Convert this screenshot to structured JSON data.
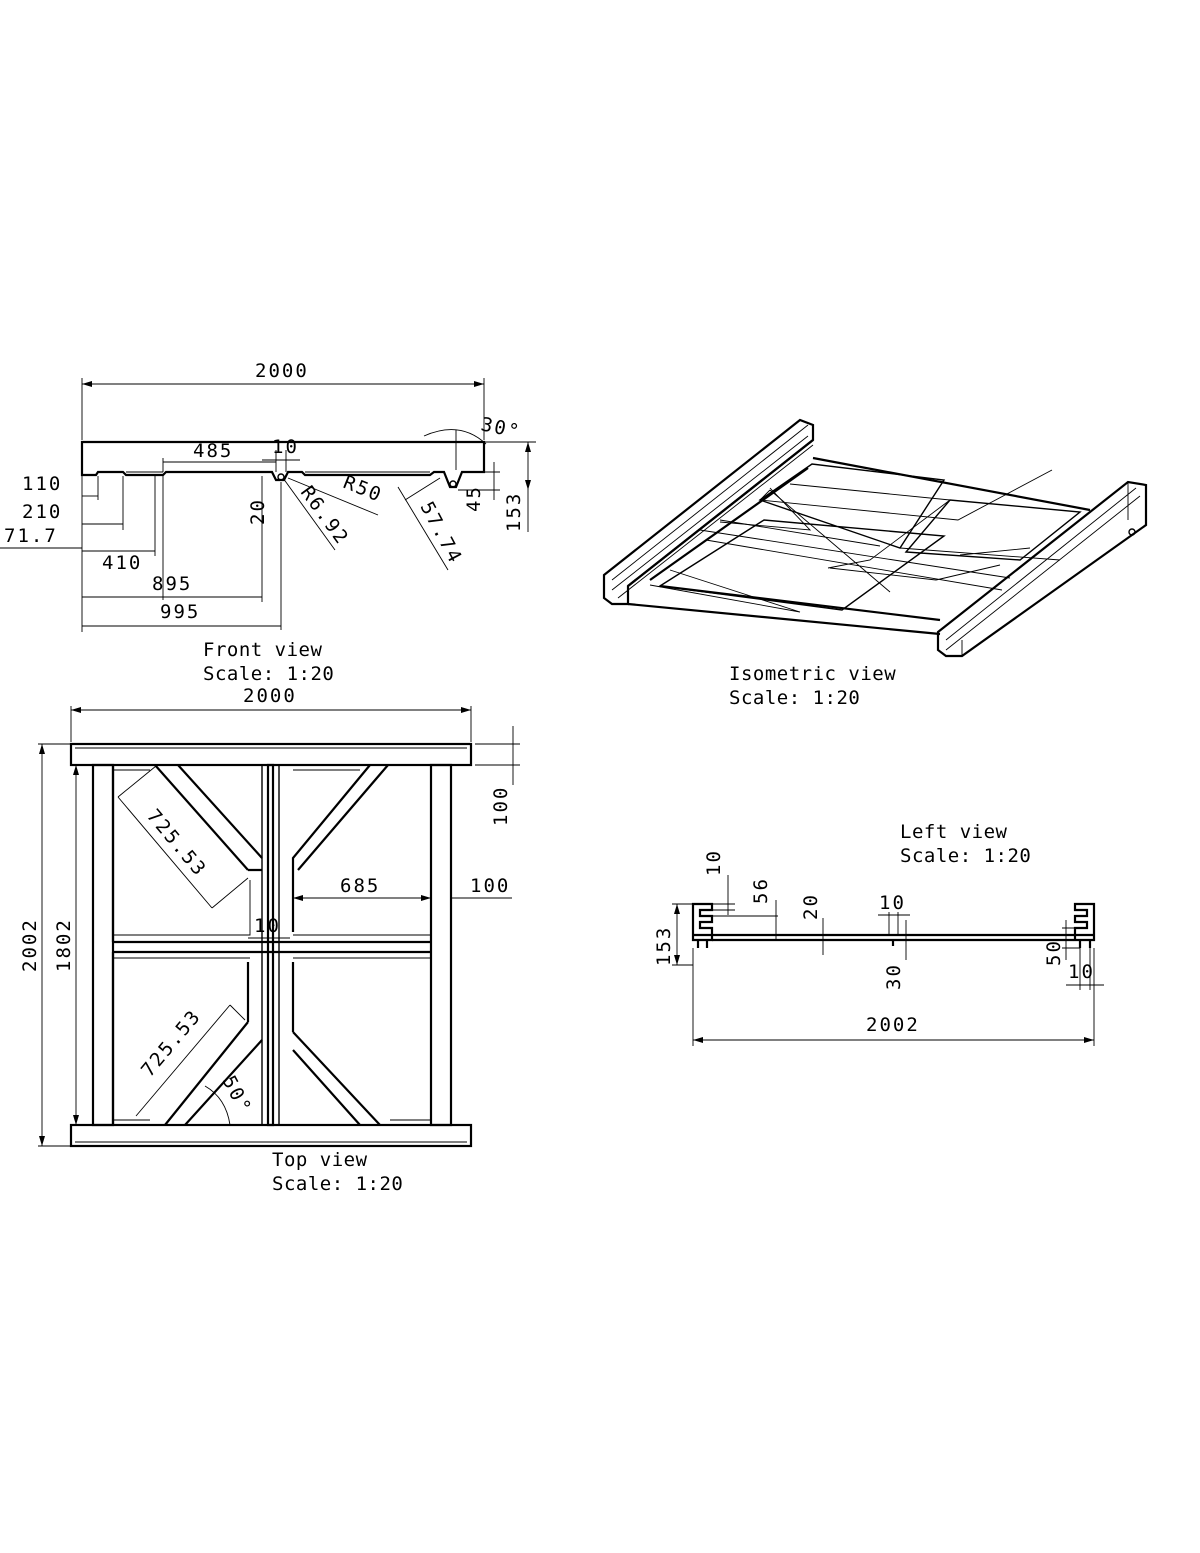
{
  "views": {
    "front": {
      "name": "Front view",
      "scale": "Scale:  1:20"
    },
    "isometric": {
      "name": "Isometric view",
      "scale": "Scale:  1:20"
    },
    "top": {
      "name": "Top view",
      "scale": "Scale:  1:20"
    },
    "left": {
      "name": "Left view",
      "scale": "Scale:  1:20"
    }
  },
  "front_dims": {
    "overall_width": "2000",
    "d485": "485",
    "d10": "10",
    "angle": "30°",
    "d110": "110",
    "d210": "210",
    "d71_7": "71.7",
    "d410": "410",
    "d895": "895",
    "d995": "995",
    "d20": "20",
    "r6_92": "R6.92",
    "r50": "R50",
    "d57_74": "57.74",
    "d45": "45",
    "d153": "153"
  },
  "top_dims": {
    "overall_width": "2000",
    "d100_v": "100",
    "d100_h": "100",
    "d685": "685",
    "d725_upper": "725.53",
    "d725_lower": "725.53",
    "d10": "10",
    "angle": "50°",
    "d2002": "2002",
    "d1802": "1802"
  },
  "left_dims": {
    "d10a": "10",
    "d56": "56",
    "d20": "20",
    "d10b": "10",
    "d153": "153",
    "d50": "50",
    "d30": "30",
    "d10c": "10",
    "overall_width": "2002"
  }
}
